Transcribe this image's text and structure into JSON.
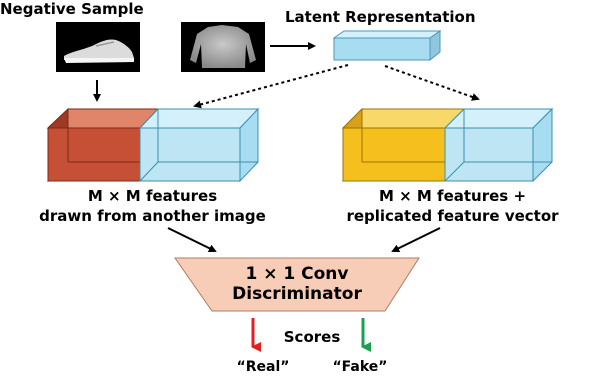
{
  "labels": {
    "negative_sample": "Negative Sample",
    "latent_representation": "Latent Representation",
    "left_caption_line1": "M × M features",
    "left_caption_line2": "drawn from another image",
    "right_caption_line1": "M × M features +",
    "right_caption_line2": "replicated feature vector",
    "discriminator_line1": "1 × 1 Conv",
    "discriminator_line2": "Discriminator",
    "scores": "Scores",
    "real": "“Real”",
    "fake": "“Fake”"
  },
  "colors": {
    "red_block": "#c55035",
    "blue_block": "#bde5f4",
    "yellow_block": "#f5c01e",
    "discriminator_fill": "#f8cdb7",
    "real_arrow": "#e02020",
    "fake_arrow": "#1aa050"
  },
  "icons": {
    "negative_sample_image": "sneaker-thumbnail",
    "input_image": "sweater-thumbnail"
  }
}
